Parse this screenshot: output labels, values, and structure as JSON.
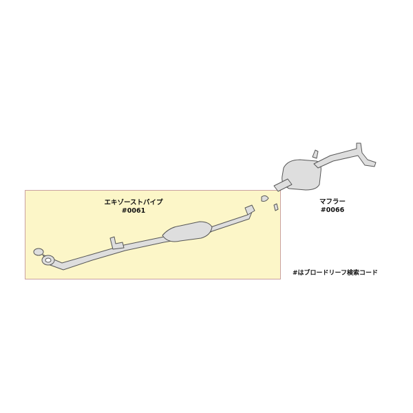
{
  "exhaust_pipe": {
    "name": "エキゾーストパイプ",
    "code": "#0061"
  },
  "muffler": {
    "name": "マフラー",
    "code": "#0066"
  },
  "note": "#はブロードリーフ検索コード",
  "colors": {
    "highlight_fill": "#fcf6c8",
    "highlight_border": "#c9a0a0",
    "part_fill": "#dedede",
    "part_stroke": "#555555"
  }
}
